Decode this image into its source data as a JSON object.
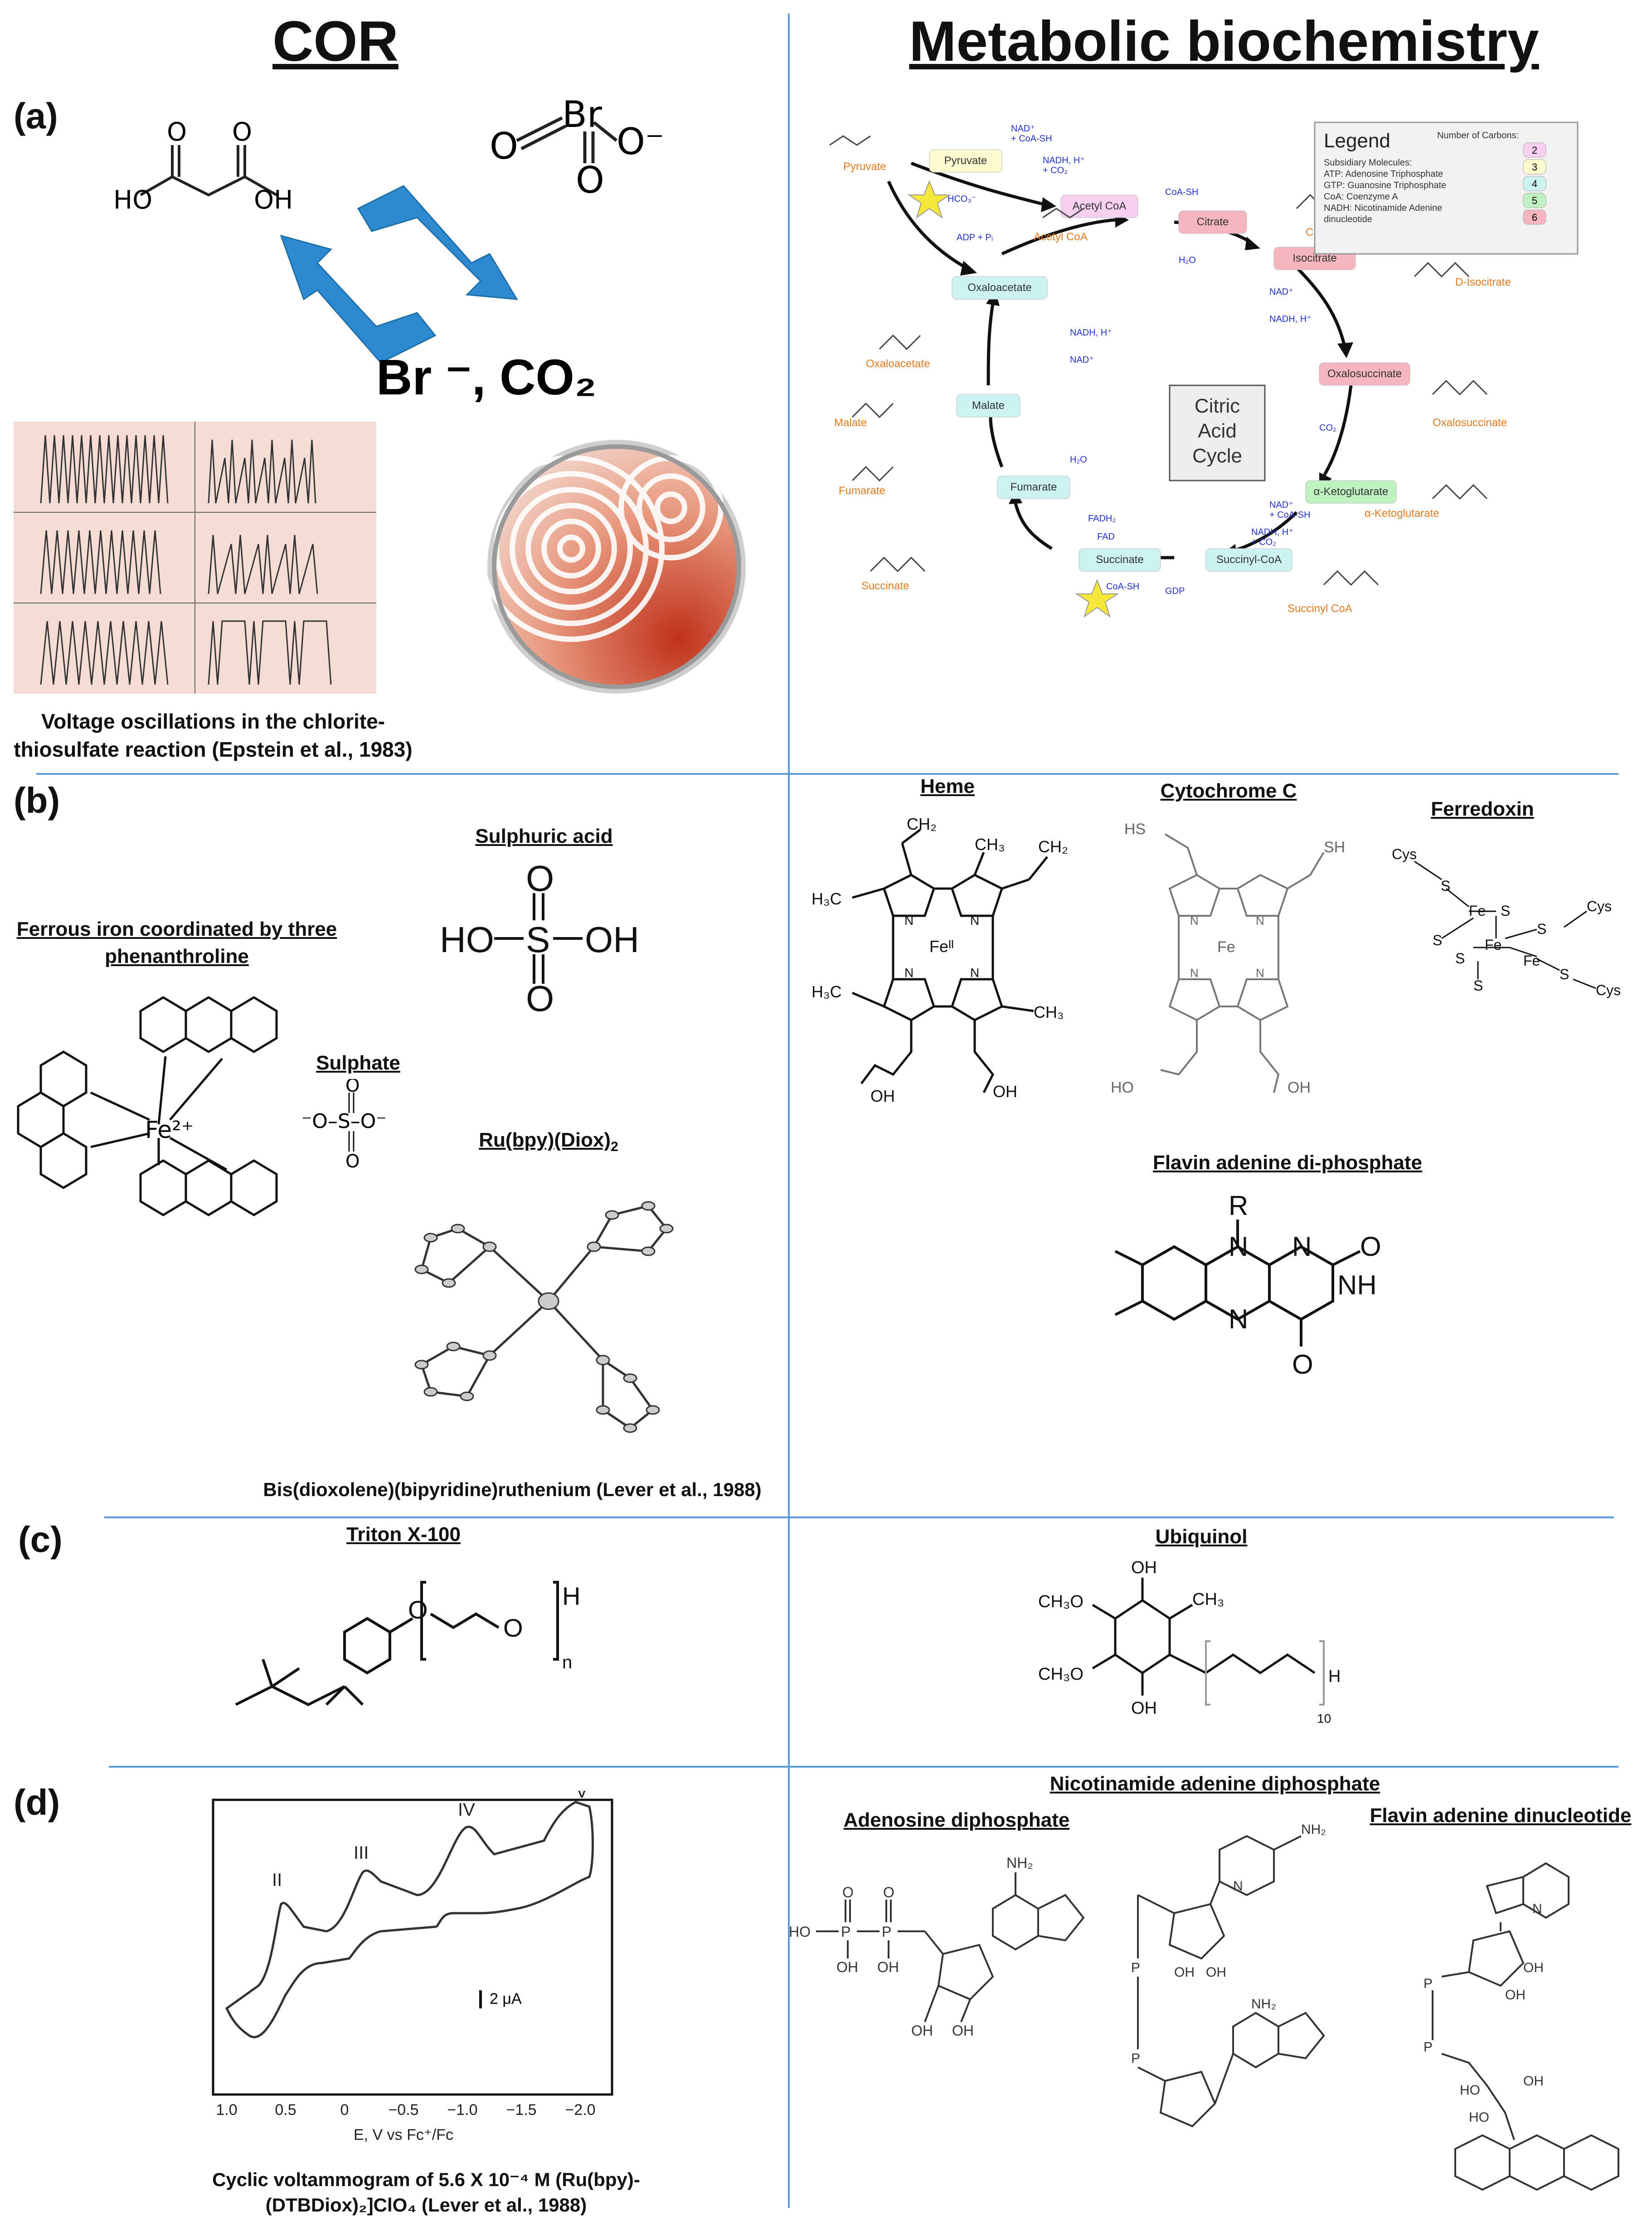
{
  "headers": {
    "left": "COR",
    "right": "Metabolic biochemistry"
  },
  "panels": {
    "a": "(a)",
    "b": "(b)",
    "c": "(c)",
    "d": "(d)"
  },
  "a": {
    "products": "Br ⁻, CO₂",
    "bromate": {
      "br": "Br",
      "o_minus": "O⁻",
      "o": "O"
    },
    "malonic": {
      "ho": "HO",
      "oh": "OH",
      "o": "O"
    },
    "caption_line1": "Voltage oscillations in the chlorite-",
    "caption_line2": "thiosulfate reaction (Epstein et al., 1983)"
  },
  "tca": {
    "legend_title": "Legend",
    "legend_carbons_title": "Number of Carbons:",
    "legend_lines": [
      "Subsidiary Molecules:",
      "ATP: Adenosine Triphosphate",
      "GTP: Guanosine Triphosphate",
      "CoA: Coenzyme A",
      "NADH: Nicotinamide Adenine",
      "dinucleotide"
    ],
    "legend_numbers": [
      "2",
      "3",
      "4",
      "5",
      "6"
    ],
    "center_line1": "Citric",
    "center_line2": "Acid",
    "center_line3": "Cycle",
    "nodes": {
      "pyruvate": "Pyruvate",
      "acetyl": "Acetyl CoA",
      "citrate": "Citrate",
      "isocitrate": "Isocitrate",
      "oxalosuccinate": "Oxalosuccinate",
      "akg": "α-Ketoglutarate",
      "succinylcoa": "Succinyl-CoA",
      "succinate": "Succinate",
      "fumarate": "Fumarate",
      "malate": "Malate",
      "oxaloacetate": "Oxaloacetate"
    },
    "side_labels": {
      "pyruvate": "Pyruvate",
      "acetyl": "Acetyl CoA",
      "citrate": "Citrate",
      "isocitrate": "D-Isocitrate",
      "oxalosuccinate": "Oxalosuccinate",
      "akg": "α-Ketoglutarate",
      "succinylcoa": "Succinyl CoA",
      "succinate": "Succinate",
      "fumarate": "Fumarate",
      "malate": "Malate",
      "oxaloacetate": "Oxaloacetate"
    },
    "cofactors": {
      "nad1": "NAD⁺",
      "coash1": "+ CoA-SH",
      "nadh1": "NADH, H⁺",
      "co2_1": "+ CO₂",
      "coash2": "CoA-SH",
      "h2o1": "H₂O",
      "nad2": "NAD⁺",
      "nadh2": "NADH, H⁺",
      "co2_2": "CO₂",
      "nad3": "NAD⁺",
      "coash3": "+ CoA-SH",
      "nadh3": "NADH, H⁺",
      "co2_3": "+ CO₂",
      "gdp": "GDP",
      "coash4": "CoA-SH",
      "fadh2": "FADH₂",
      "fad": "FAD",
      "h2o2": "H₂O",
      "nad4": "NAD⁺",
      "nadh4": "NADH, H⁺",
      "hco3": "HCO₃⁻",
      "adp": "ADP + Pᵢ"
    }
  },
  "b": {
    "heme": "Heme",
    "cytc": "Cytochrome C",
    "ferredoxin": "Ferredoxin",
    "sulphuric": "Sulphuric acid",
    "ferrous_line1": "Ferrous iron coordinated by three",
    "ferrous_line2": "phenanthroline",
    "sulphate": "Sulphate",
    "rubpy": "Ru(bpy)(Diox)",
    "rubpy_sub": "2",
    "fad": "Flavin adenine di-phosphate",
    "caption": "Bis(dioxolene)(bipyridine)ruthenium (Lever et al., 1988)",
    "sulph": {
      "ho": "HO",
      "oh": "OH",
      "s": "S",
      "o": "O"
    },
    "sulphate_text": "⁻O–S–O⁻",
    "fe": "Fe",
    "fe_ion": "Fe²⁺",
    "flavin": {
      "r": "R",
      "n": "N",
      "o": "O",
      "nh": "NH"
    },
    "heme_atoms": {
      "ch3": "CH₃",
      "ch2": "CH₂",
      "h3c": "H₃C",
      "oh": "OH",
      "n": "N",
      "fe": "Feᴵᴵ"
    },
    "cyt_atoms": {
      "hs": "HS",
      "sh": "SH",
      "ho": "HO",
      "oh": "OH",
      "n": "N",
      "fe": "Fe"
    },
    "fdx": {
      "cys": "Cys",
      "s": "S",
      "fe": "Fe"
    }
  },
  "c": {
    "triton": "Triton X-100",
    "ubiquinol": "Ubiquinol",
    "triton_atoms": {
      "o": "O",
      "h": "H",
      "n": "n"
    },
    "ubi_atoms": {
      "oh": "OH",
      "ch3o": "CH₃O",
      "ch3": "CH₃",
      "h": "H",
      "ten": "10"
    }
  },
  "d": {
    "nadp": "Nicotinamide adenine diphosphate",
    "adp": "Adenosine diphosphate",
    "fad": "Flavin adenine dinucleotide",
    "caption_line1": "Cyclic voltammogram of 5.6 X 10⁻⁴ M (Ru(bpy)-",
    "caption_line2": "(DTBDiox)₂]ClO₄ (Lever et al., 1988)",
    "cv": {
      "xlabel": "E, V vs Fc⁺/Fc",
      "ticks": [
        "1.0",
        "0.5",
        "0",
        "−0.5",
        "−1.0",
        "−1.5",
        "−2.0"
      ],
      "peaks": [
        "II",
        "III",
        "IV",
        "V"
      ],
      "scale": "2 μA"
    },
    "atoms": {
      "nh2": "NH₂",
      "oh": "OH",
      "ho": "HO",
      "p": "P",
      "o": "O",
      "n": "N"
    }
  }
}
